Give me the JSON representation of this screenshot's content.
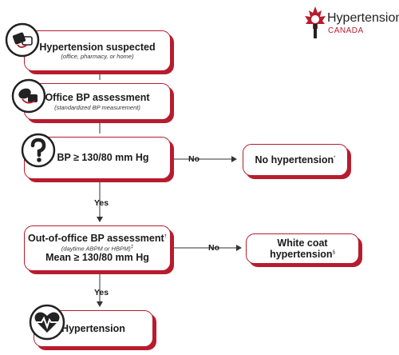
{
  "logo": {
    "line1": "Hypertension",
    "line2": "CANADA"
  },
  "steps": {
    "suspected": {
      "title": "Hypertension suspected",
      "sub": "(office, pharmacy, or home)"
    },
    "office": {
      "title": "Office BP assessment",
      "sub": "(standardized BP measurement)"
    },
    "threshold": {
      "title": "BP ≥ 130/80 mm Hg"
    },
    "out_of_office": {
      "title": "Out-of-office BP assessment",
      "title_mark": "†",
      "sub": "(daytime ABPM or HBPM)",
      "sub_mark": "‡",
      "title2": "Mean ≥ 130/80 mm Hg"
    },
    "hypertension": {
      "title": "Hypertension"
    }
  },
  "outcomes": {
    "no_htn": {
      "title": "No hypertension",
      "mark": "*"
    },
    "white_coat": {
      "title": "White coat hypertension",
      "mark": "§"
    }
  },
  "labels": {
    "no1": "No",
    "yes1": "Yes",
    "no2": "No",
    "yes2": "Yes"
  },
  "colors": {
    "accent": "#b71c2e",
    "text": "#1a1a1a"
  }
}
